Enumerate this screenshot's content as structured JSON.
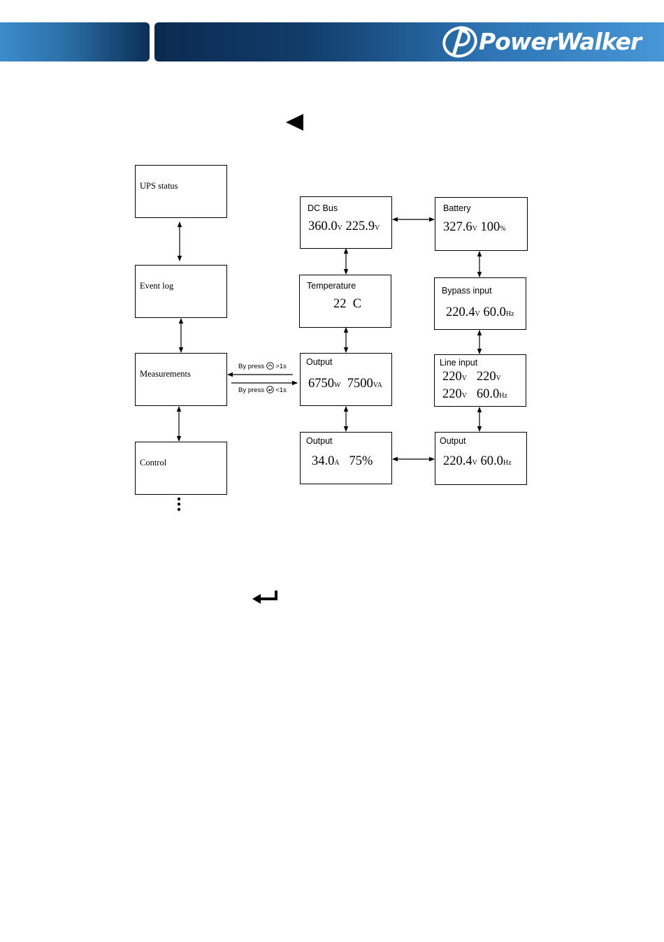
{
  "header": {
    "brand": "PowerWalker"
  },
  "icons": {
    "left_arrow": "left-triangle-icon",
    "enter": "enter-return-icon",
    "more": "vertical-ellipsis-icon"
  },
  "menu": {
    "ups_status": "UPS status",
    "event_log": "Event log",
    "measurements": "Measurements",
    "control": "Control"
  },
  "press_labels": {
    "up": "By press",
    "up_time": ">1s",
    "enter": "By press",
    "enter_time": "<1s"
  },
  "screens": {
    "dc_bus": {
      "title": "DC Bus",
      "v1": "360.0",
      "u1": "V",
      "v2": "225.9",
      "u2": "V"
    },
    "battery": {
      "title": "Battery",
      "v1": "327.6",
      "u1": "V",
      "v2": "100",
      "u2": "%"
    },
    "temperature": {
      "title": "Temperature",
      "v1": "22",
      "u1": "C"
    },
    "bypass_input": {
      "title": "Bypass input",
      "v1": "220.4",
      "u1": "V",
      "v2": "60.0",
      "u2": "Hz"
    },
    "output_power": {
      "title": "Output",
      "v1": "6750",
      "u1": "W",
      "v2": "7500",
      "u2": "VA"
    },
    "line_input": {
      "title": "Line input",
      "v1": "220",
      "u1": "V",
      "v2": "220",
      "u2": "V",
      "v3": "220",
      "u3": "V",
      "v4": "60.0",
      "u4": "Hz"
    },
    "output_current": {
      "title": "Output",
      "v1": "34.0",
      "u1": "A",
      "v2": "75%"
    },
    "output_voltage": {
      "title": "Output",
      "v1": "220.4",
      "u1": "V",
      "v2": "60.0",
      "u2": "Hz"
    }
  }
}
